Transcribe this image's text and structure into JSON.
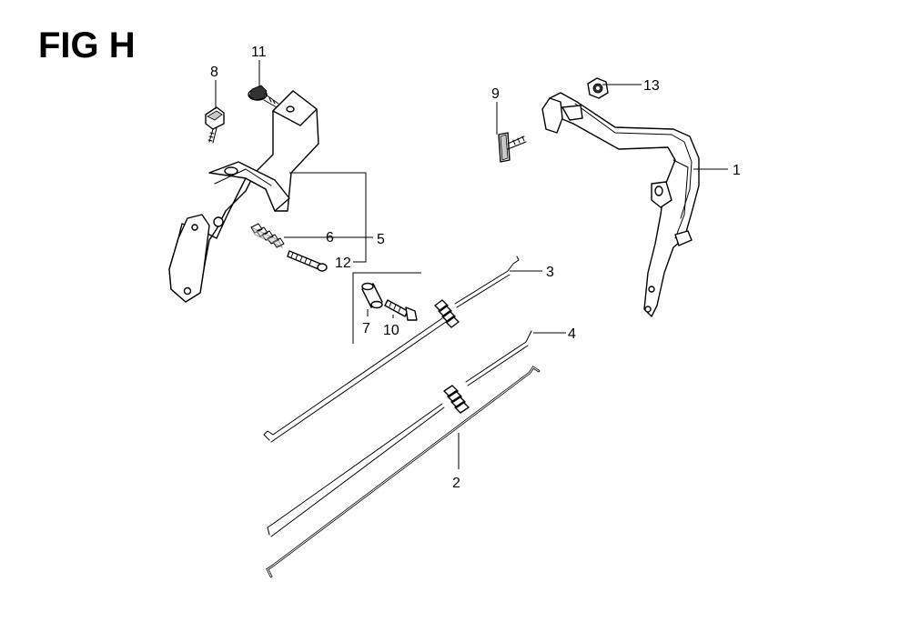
{
  "figure": {
    "title": "FIG H"
  },
  "callouts": {
    "c1": "1",
    "c2": "2",
    "c3": "3",
    "c4": "4",
    "c5": "5",
    "c6": "6",
    "c7": "7",
    "c8": "8",
    "c9": "9",
    "c10": "10",
    "c11": "11",
    "c12": "12",
    "c13": "13"
  },
  "colors": {
    "ink": "#000000",
    "background": "#ffffff"
  }
}
